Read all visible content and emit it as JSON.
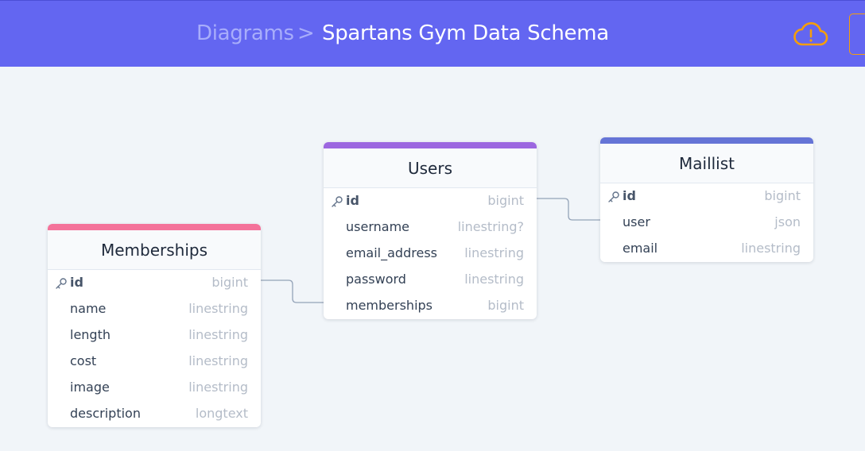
{
  "header": {
    "breadcrumb_parent": "Diagrams",
    "breadcrumb_separator": ">",
    "title": "Spartans Gym Data Schema",
    "icon": "cloud-warning-icon",
    "colors": {
      "background": "#6366f1",
      "warning": "#f59e0b"
    }
  },
  "tables": {
    "memberships": {
      "name": "Memberships",
      "accent": "#f4729a",
      "columns": [
        {
          "name": "id",
          "type": "bigint",
          "primary": true
        },
        {
          "name": "name",
          "type": "linestring"
        },
        {
          "name": "length",
          "type": "linestring"
        },
        {
          "name": "cost",
          "type": "linestring"
        },
        {
          "name": "image",
          "type": "linestring"
        },
        {
          "name": "description",
          "type": "longtext"
        }
      ]
    },
    "users": {
      "name": "Users",
      "accent": "#9c67e0",
      "columns": [
        {
          "name": "id",
          "type": "bigint",
          "primary": true
        },
        {
          "name": "username",
          "type": "linestring?"
        },
        {
          "name": "email_address",
          "type": "linestring"
        },
        {
          "name": "password",
          "type": "linestring"
        },
        {
          "name": "memberships",
          "type": "bigint"
        }
      ]
    },
    "maillist": {
      "name": "Maillist",
      "accent": "#6574d6",
      "columns": [
        {
          "name": "id",
          "type": "bigint",
          "primary": true
        },
        {
          "name": "user",
          "type": "json"
        },
        {
          "name": "email",
          "type": "linestring"
        }
      ]
    }
  },
  "relations": [
    {
      "from": "memberships.id",
      "to": "users.memberships"
    },
    {
      "from": "users.id",
      "to": "maillist.user"
    }
  ]
}
